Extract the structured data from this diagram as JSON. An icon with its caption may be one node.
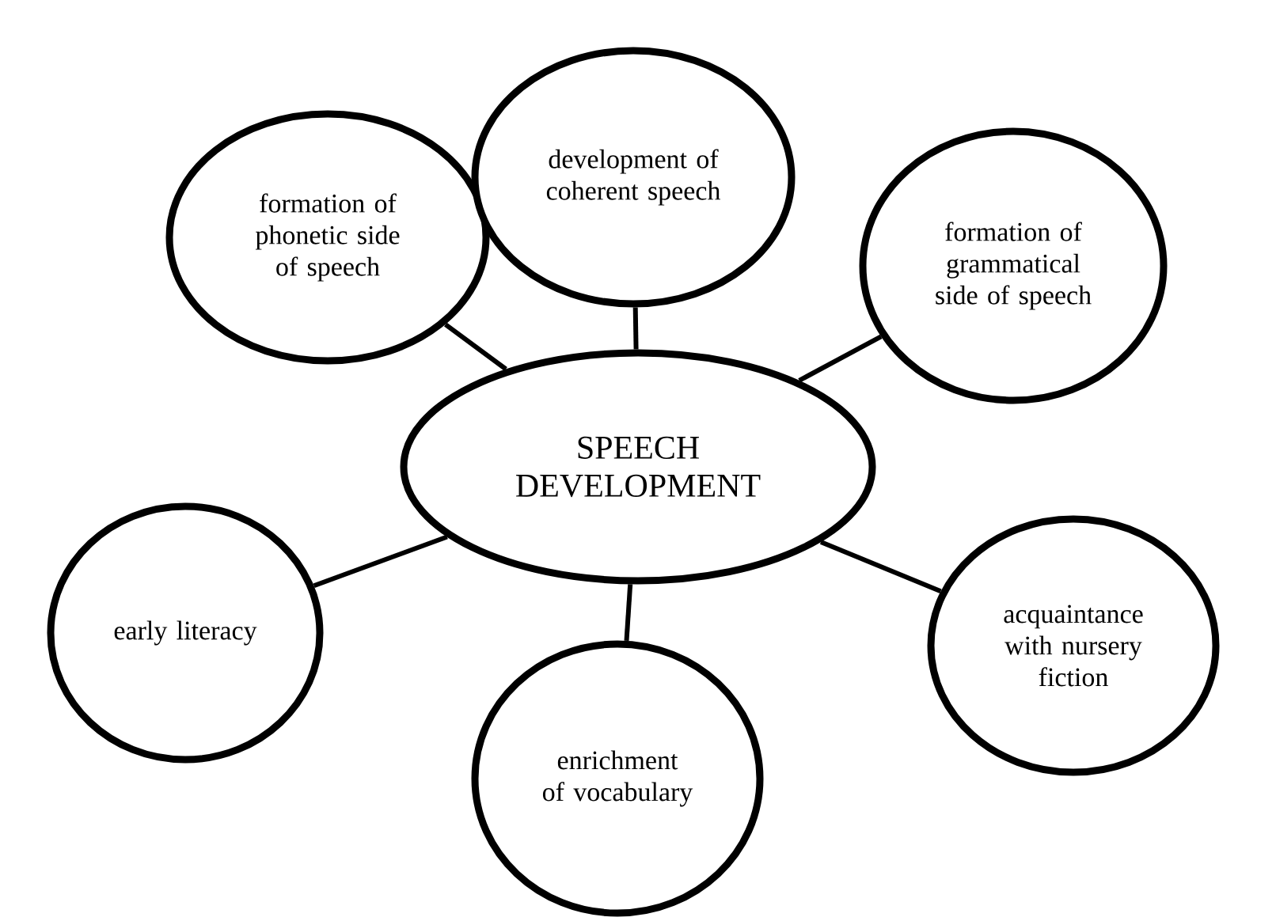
{
  "diagram": {
    "nodes": [
      {
        "text": [
          "SPEECH DEVELOPMENT"
        ]
      },
      {
        "text": [
          "formation of phonetic side of speech"
        ]
      },
      {
        "text": [
          "development of coherent speech"
        ]
      },
      {
        "text": [
          "formation of grammatical side of speech"
        ]
      },
      {
        "text": [
          "early literacy"
        ]
      },
      {
        "text": [
          "enrichment of vocabulary"
        ]
      },
      {
        "text": [
          "acquaintance with nursery fiction"
        ]
      }
    ],
    "edges": [
      {
        "from": 0,
        "to": 1,
        "arrow": "none"
      },
      {
        "from": 0,
        "to": 2,
        "arrow": "none"
      },
      {
        "from": 0,
        "to": 3,
        "arrow": "none"
      },
      {
        "from": 0,
        "to": 4,
        "arrow": "none"
      },
      {
        "from": 0,
        "to": 5,
        "arrow": "none"
      },
      {
        "from": 0,
        "to": 6,
        "arrow": "none"
      }
    ]
  }
}
